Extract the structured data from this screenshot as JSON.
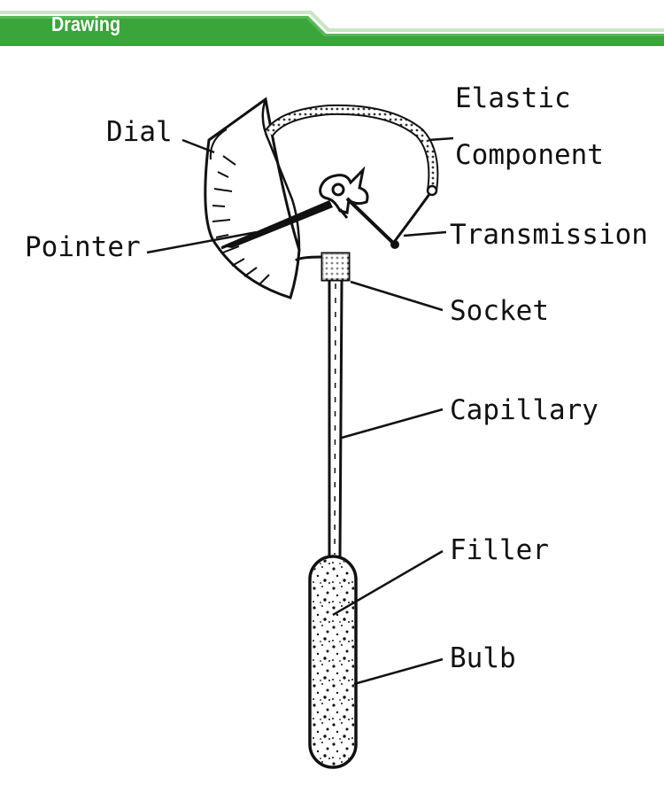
{
  "header": {
    "title": "Drawing"
  },
  "colors": {
    "header_green": "#3aa53a",
    "header_light": "#c9e6c4",
    "ink": "#111111",
    "background": "#ffffff"
  },
  "labels": {
    "dial": "Dial",
    "elastic": "Elastic",
    "component": "Component",
    "pointer": "Pointer",
    "transmission": "Transmission",
    "socket": "Socket",
    "capillary": "Capillary",
    "filler": "Filler",
    "bulb": "Bulb"
  }
}
